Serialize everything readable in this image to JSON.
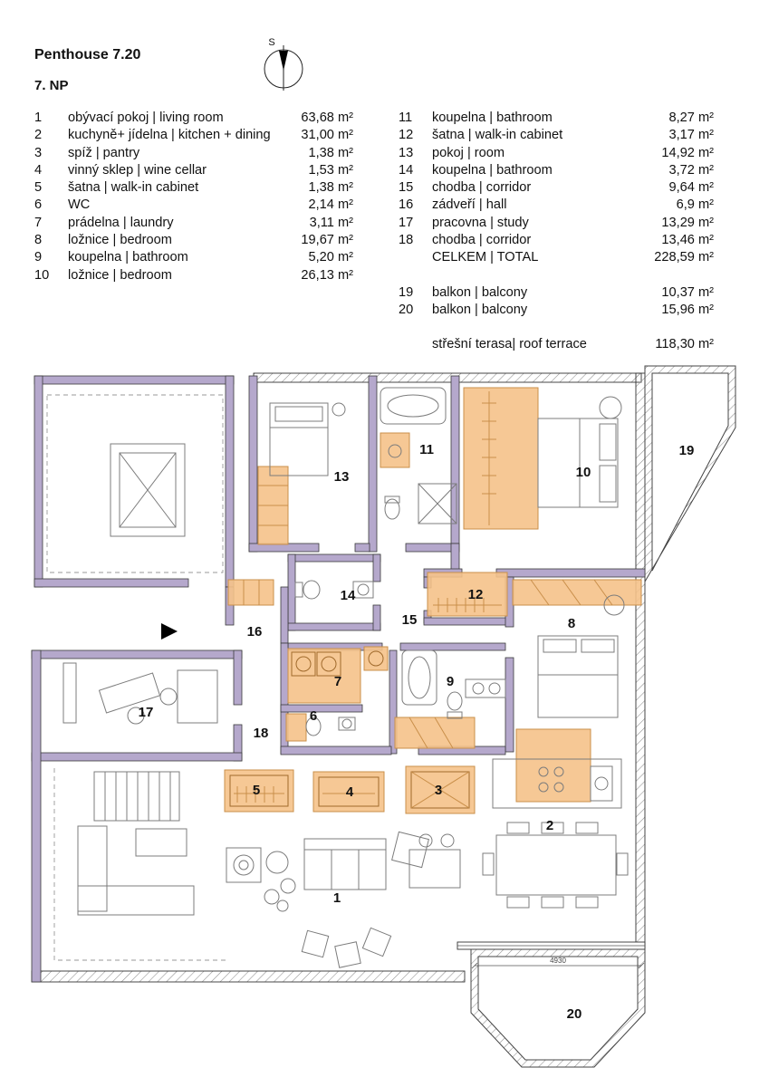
{
  "header": {
    "title": "Penthouse 7.20",
    "floor": "7. NP",
    "compass": "S"
  },
  "legend": {
    "left": [
      {
        "num": "1",
        "name": "obývací pokoj | living room",
        "area": "63,68 m²"
      },
      {
        "num": "2",
        "name": "kuchyně+ jídelna | kitchen + dining",
        "area": "31,00 m²"
      },
      {
        "num": "3",
        "name": "spíž | pantry",
        "area": "1,38 m²"
      },
      {
        "num": "4",
        "name": "vinný sklep | wine cellar",
        "area": "1,53 m²"
      },
      {
        "num": "5",
        "name": "šatna | walk-in cabinet",
        "area": "1,38 m²"
      },
      {
        "num": "6",
        "name": "WC",
        "area": "2,14 m²"
      },
      {
        "num": "7",
        "name": "prádelna | laundry",
        "area": "3,11 m²"
      },
      {
        "num": "8",
        "name": "ložnice | bedroom",
        "area": "19,67 m²"
      },
      {
        "num": "9",
        "name": "koupelna | bathroom",
        "area": "5,20 m²"
      },
      {
        "num": "10",
        "name": "ložnice | bedroom",
        "area": "26,13 m²"
      }
    ],
    "right": [
      {
        "num": "11",
        "name": "koupelna | bathroom",
        "area": "8,27 m²"
      },
      {
        "num": "12",
        "name": "šatna | walk-in cabinet",
        "area": "3,17 m²"
      },
      {
        "num": "13",
        "name": "pokoj | room",
        "area": "14,92 m²"
      },
      {
        "num": "14",
        "name": "koupelna | bathroom",
        "area": "3,72 m²"
      },
      {
        "num": "15",
        "name": "chodba | corridor",
        "area": "9,64 m²"
      },
      {
        "num": "16",
        "name": "zádveří | hall",
        "area": "6,9 m²"
      },
      {
        "num": "17",
        "name": "pracovna | study",
        "area": "13,29 m²"
      },
      {
        "num": "18",
        "name": "chodba | corridor",
        "area": "13,46 m²"
      }
    ],
    "total": {
      "label": "CELKEM | TOTAL",
      "area": "228,59 m²"
    },
    "balconies": [
      {
        "num": "19",
        "name": "balkon | balcony",
        "area": "10,37 m²"
      },
      {
        "num": "20",
        "name": "balkon | balcony",
        "area": "15,96 m²"
      }
    ],
    "terrace": {
      "name": "střešní terasa| roof terrace",
      "area": "118,30 m²"
    }
  },
  "plan": {
    "labels": {
      "1": "1",
      "2": "2",
      "3": "3",
      "4": "4",
      "5": "5",
      "6": "6",
      "7": "7",
      "8": "8",
      "9": "9",
      "10": "10",
      "11": "11",
      "12": "12",
      "13": "13",
      "14": "14",
      "15": "15",
      "16": "16",
      "17": "17",
      "18": "18",
      "19": "19",
      "20": "20"
    },
    "dimension": "4930",
    "colors": {
      "wall": "#b5a8cc",
      "highlight": "#f5c28a"
    }
  }
}
